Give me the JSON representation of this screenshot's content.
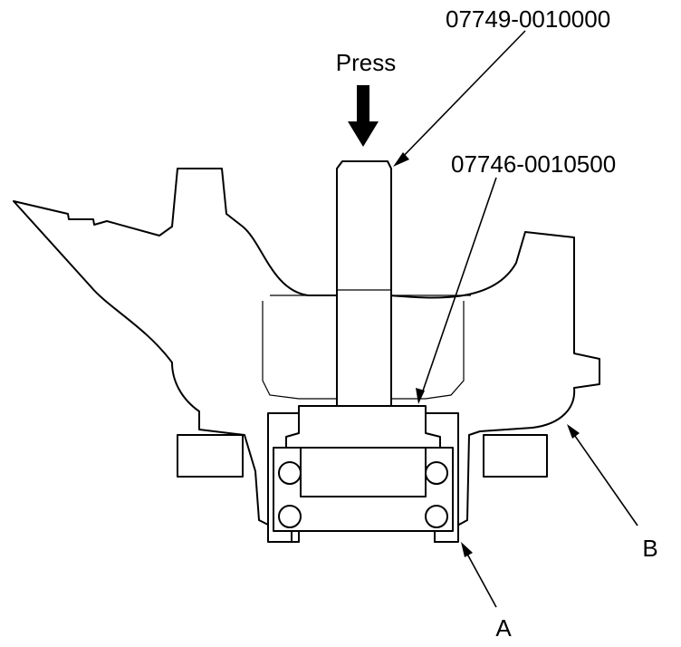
{
  "labels": {
    "press": "Press",
    "tool_upper": "07749-0010000",
    "tool_lower": "07746-0010500",
    "point_a": "A",
    "point_b": "B"
  },
  "colors": {
    "line": "#000000",
    "background": "#ffffff"
  },
  "icons": {
    "press_direction": "arrow-down-icon"
  }
}
